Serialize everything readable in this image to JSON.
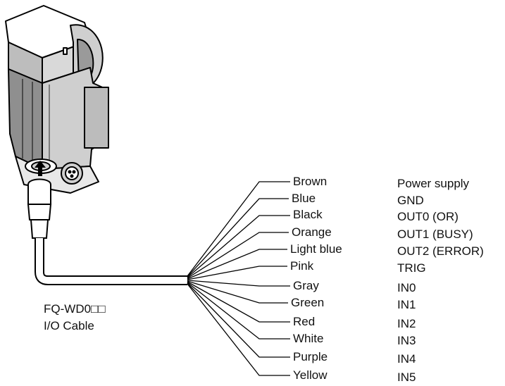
{
  "cable": {
    "model": "FQ-WD0□□",
    "name": "I/O Cable"
  },
  "wires": [
    {
      "color": "Brown",
      "signal": "Power supply"
    },
    {
      "color": "Blue",
      "signal": "GND"
    },
    {
      "color": "Black",
      "signal": "OUT0 (OR)"
    },
    {
      "color": "Orange",
      "signal": "OUT1 (BUSY)"
    },
    {
      "color": "Light blue",
      "signal": "OUT2 (ERROR)"
    },
    {
      "color": "Pink",
      "signal": "TRIG"
    },
    {
      "color": "Gray",
      "signal": "IN0"
    },
    {
      "color": "Green",
      "signal": "IN1"
    },
    {
      "color": "Red",
      "signal": "IN2"
    },
    {
      "color": "White",
      "signal": "IN3"
    },
    {
      "color": "Purple",
      "signal": "IN4"
    },
    {
      "color": "Yellow",
      "signal": "IN5"
    }
  ]
}
